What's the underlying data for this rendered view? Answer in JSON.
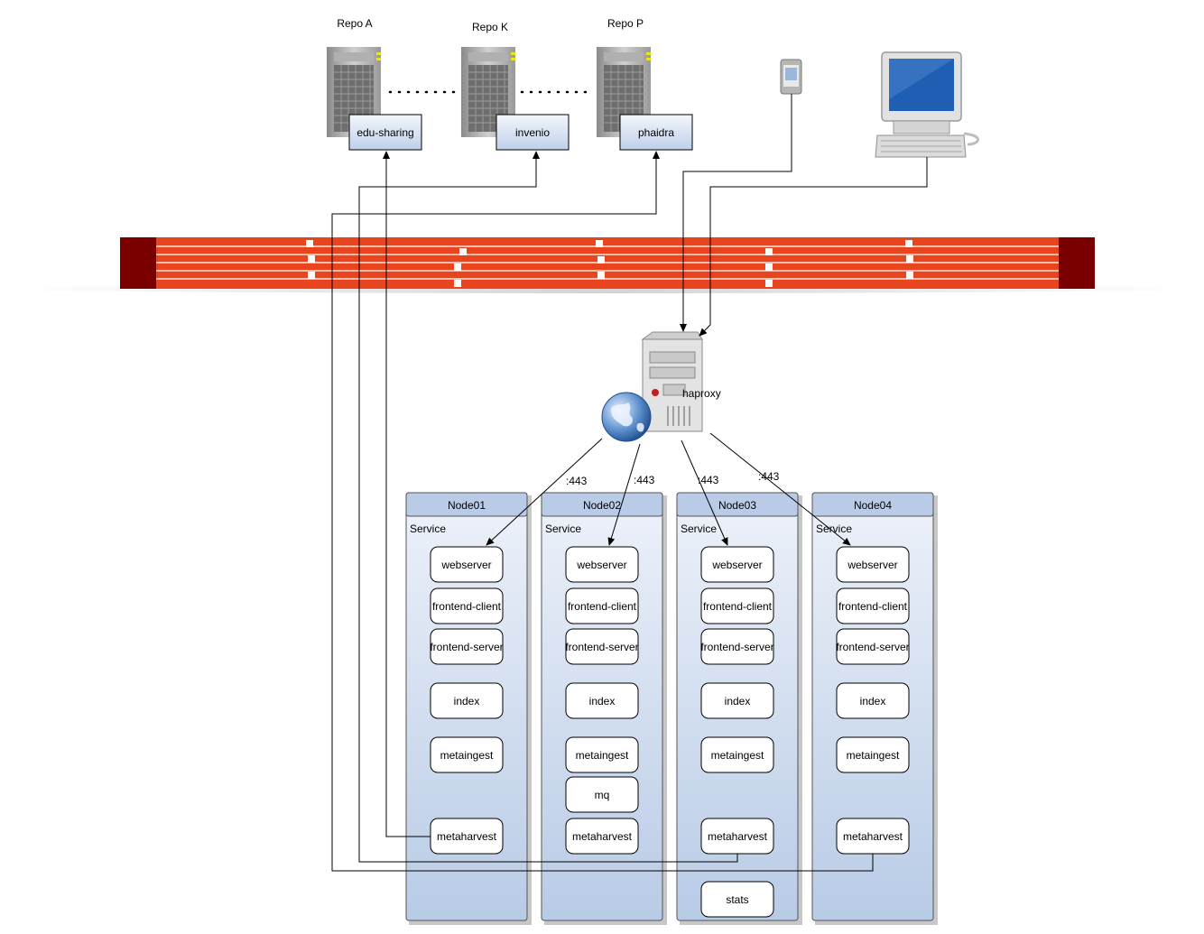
{
  "repos": [
    {
      "label": "Repo A",
      "box": "edu-sharing"
    },
    {
      "label": "Repo K",
      "box": "invenio"
    },
    {
      "label": "Repo P",
      "box": "phaidra"
    }
  ],
  "proxy": {
    "label": "haproxy"
  },
  "ports": [
    ":443",
    ":443",
    ":443",
    ":443"
  ],
  "nodes": [
    {
      "title": "Node01",
      "section": "Service",
      "services": [
        "webserver",
        "frontend-client",
        "frontend-server",
        "index",
        "metaingest",
        "metaharvest"
      ]
    },
    {
      "title": "Node02",
      "section": "Service",
      "services": [
        "webserver",
        "frontend-client",
        "frontend-server",
        "index",
        "metaingest",
        "mq",
        "metaharvest"
      ]
    },
    {
      "title": "Node03",
      "section": "Service",
      "services": [
        "webserver",
        "frontend-client",
        "frontend-server",
        "index",
        "metaingest",
        "metaharvest",
        "stats"
      ]
    },
    {
      "title": "Node04",
      "section": "Service",
      "services": [
        "webserver",
        "frontend-client",
        "frontend-server",
        "index",
        "metaingest",
        "metaharvest"
      ]
    }
  ],
  "colors": {
    "firewall": "#e8441e",
    "firewall_end": "#7a0000",
    "node_header": "#b9cbe6",
    "node_body": "#dde6f4",
    "repo_box": "#cad8ee",
    "screen": "#1f5fb3"
  },
  "icons": [
    "server-icon",
    "mobile-phone-icon",
    "desktop-computer-icon",
    "firewall-icon",
    "proxy-server-icon",
    "globe-icon"
  ]
}
